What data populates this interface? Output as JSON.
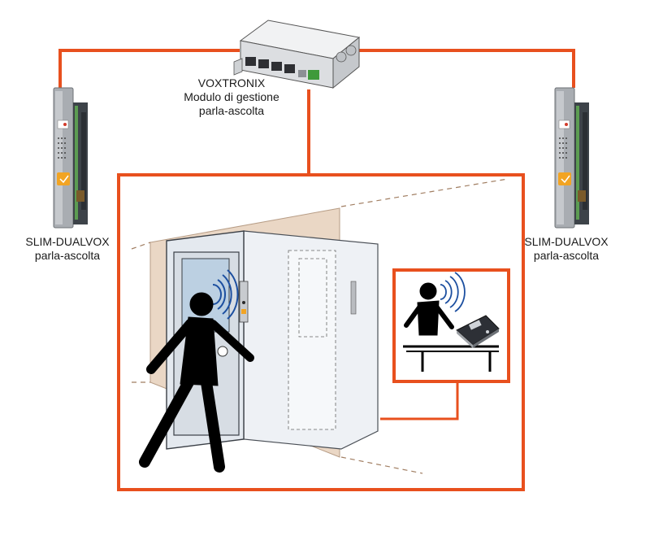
{
  "module": {
    "name": "VOXTRONIX",
    "line1": "Modulo di gestione",
    "line2": "parla-ascolta"
  },
  "panel_left": {
    "name": "SLIM-DUALVOX",
    "subtitle": "parla-ascolta"
  },
  "panel_right": {
    "name": "SLIM-DUALVOX",
    "subtitle": "parla-ascolta"
  },
  "colors": {
    "wire": "#e8501e",
    "panel_steel": "#9a9ea3",
    "panel_dark": "#3a3e44",
    "module_body": "#e9eaec",
    "figure": "#000000",
    "wave": "#1c4fa0",
    "cabin_glass": "#dfe4ea",
    "wall": "#ead7c5"
  }
}
